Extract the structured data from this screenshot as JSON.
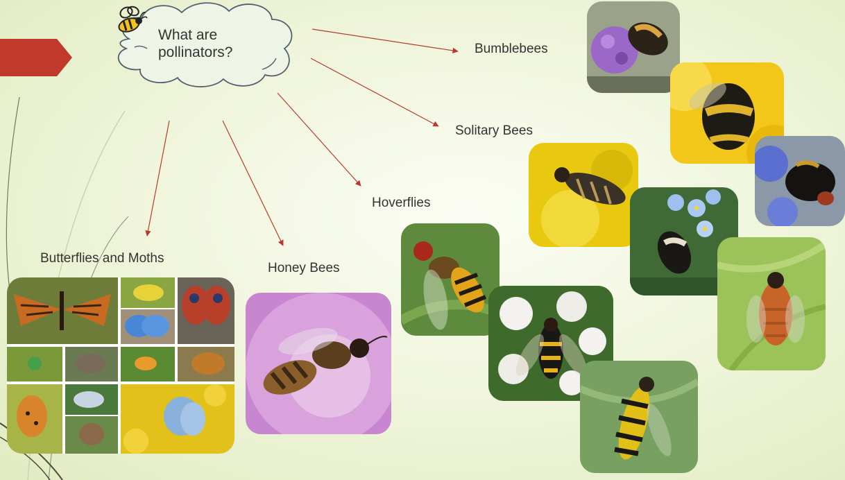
{
  "slide": {
    "cloud_title": "What are\npollinators?",
    "categories": {
      "bumblebees": "Bumblebees",
      "solitary_bees": "Solitary Bees",
      "hoverflies": "Hoverflies",
      "honey_bees": "Honey Bees",
      "butterflies_moths": "Butterflies and Moths"
    }
  },
  "colors": {
    "accent_red": "#c0392b",
    "arrow": "#b83a2e",
    "cloud_fill": "#eef5e7",
    "cloud_stroke": "#506070"
  },
  "icons": [
    "bee-icon",
    "red-tab-shape",
    "thought-cloud"
  ]
}
